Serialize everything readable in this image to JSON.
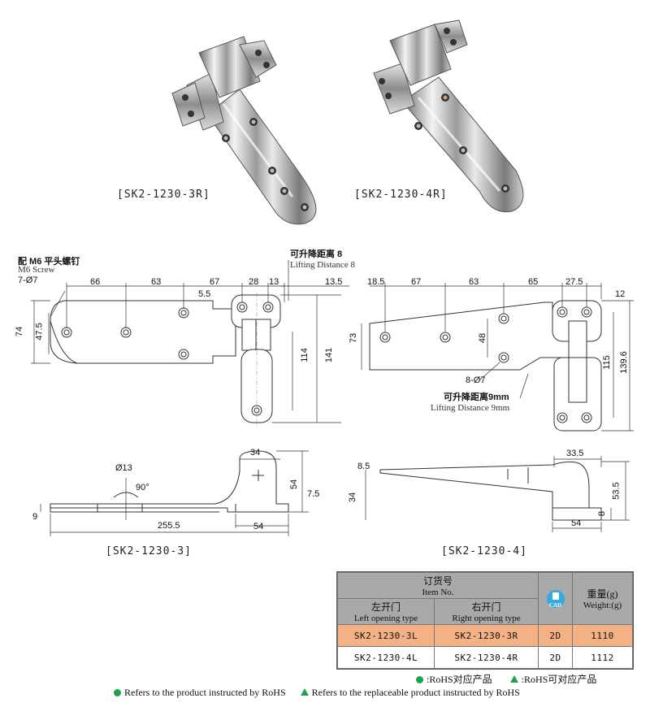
{
  "photos": {
    "left_caption": "[SK2-1230-3R]",
    "right_caption": "[SK2-1230-4R]"
  },
  "drawing3": {
    "screw_note_cn": "配 M6 平头螺钉",
    "screw_note_en": "M6 Screw",
    "holes": "7-Ø7",
    "lift_cn": "可升降距离 8",
    "lift_en": "Lifting Distance 8",
    "d66": "66",
    "d63": "63",
    "d67": "67",
    "d28": "28",
    "d13": "13",
    "d13_5": "13.5",
    "d5_5": "5.5",
    "d74": "74",
    "d47_5": "47.5",
    "d114": "114",
    "d141": "141"
  },
  "drawing4": {
    "d18_5": "18.5",
    "d67": "67",
    "d63": "63",
    "d65": "65",
    "d27_5": "27.5",
    "d12": "12",
    "d73": "73",
    "d48": "48",
    "d115": "115",
    "d139_6": "139.6",
    "holes": "8-Ø7",
    "lift_cn": "可升降距离9mm",
    "lift_en": "Lifting Distance 9mm"
  },
  "side3": {
    "d13": "Ø13",
    "d90": "90°",
    "d34": "34",
    "d54v": "54",
    "d7_5": "7.5",
    "d9": "9",
    "d255_5": "255.5",
    "d54h": "54",
    "caption": "[SK2-1230-3]"
  },
  "side4": {
    "d8_5": "8.5",
    "d33_5": "33.5",
    "d34": "34",
    "d53_5": "53.5",
    "d8": "8",
    "d54": "54",
    "caption": "[SK2-1230-4]"
  },
  "table": {
    "item_cn": "订货号",
    "item_en": "Item No.",
    "cad_label": "CAD",
    "weight_cn": "重量(g)",
    "weight_en": "Weight:(g)",
    "left_cn": "左开门",
    "left_en": "Left opening type",
    "right_cn": "右开门",
    "right_en": "Right opening type",
    "rows": [
      {
        "left": "SK2-1230-3L",
        "right": "SK2-1230-3R",
        "cad": "2D",
        "weight": "1110"
      },
      {
        "left": "SK2-1230-4L",
        "right": "SK2-1230-4R",
        "cad": "2D",
        "weight": "1112"
      }
    ]
  },
  "legend": {
    "rohs_cn_1": ":RoHS对应产品",
    "rohs_cn_2": ":RoHS可对应产品",
    "rohs_en_1": "Refers to the product instructed by RoHS",
    "rohs_en_2": "Refers to the replaceable product instructed by RoHS",
    "accent": "#1aa34a",
    "highlight": "#f4b183"
  }
}
